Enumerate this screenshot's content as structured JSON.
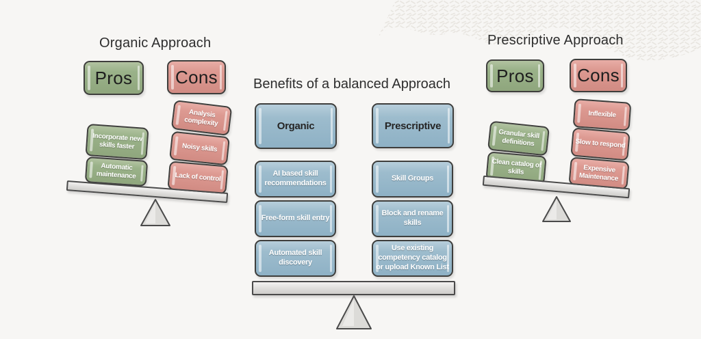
{
  "left_panel": {
    "title": "Organic Approach",
    "pros_label": "Pros",
    "cons_label": "Cons",
    "pros_items": [
      "Incorporate new skills faster",
      "Automatic maintenance"
    ],
    "cons_items": [
      "Analysis complexity",
      "Noisy skills",
      "Lack of control"
    ]
  },
  "center_panel": {
    "title": "Benefits of a balanced Approach",
    "organic": {
      "header": "Organic",
      "items": [
        "AI based skill recommendations",
        "Free-form skill entry",
        "Automated skill discovery"
      ]
    },
    "prescriptive": {
      "header": "Prescriptive",
      "items": [
        "Skill Groups",
        "Block and rename skills",
        "Use existing competency catalog or upload Known List"
      ]
    }
  },
  "right_panel": {
    "title": "Prescriptive Approach",
    "pros_label": "Pros",
    "cons_label": "Cons",
    "pros_items": [
      "Granular skill definitions",
      "Clean catalog of skills"
    ],
    "cons_items": [
      "Inflexible",
      "Slow to respond",
      "Expensive Maintenance"
    ]
  },
  "colors": {
    "background": "#f7f6f4",
    "pros_green": "#9ab289",
    "cons_red": "#dd9a92",
    "balanced_blue": "#9dbccd",
    "plank_gray": "#dddcda",
    "outline": "#3e3e3c",
    "title_text": "#2d2d2d"
  }
}
